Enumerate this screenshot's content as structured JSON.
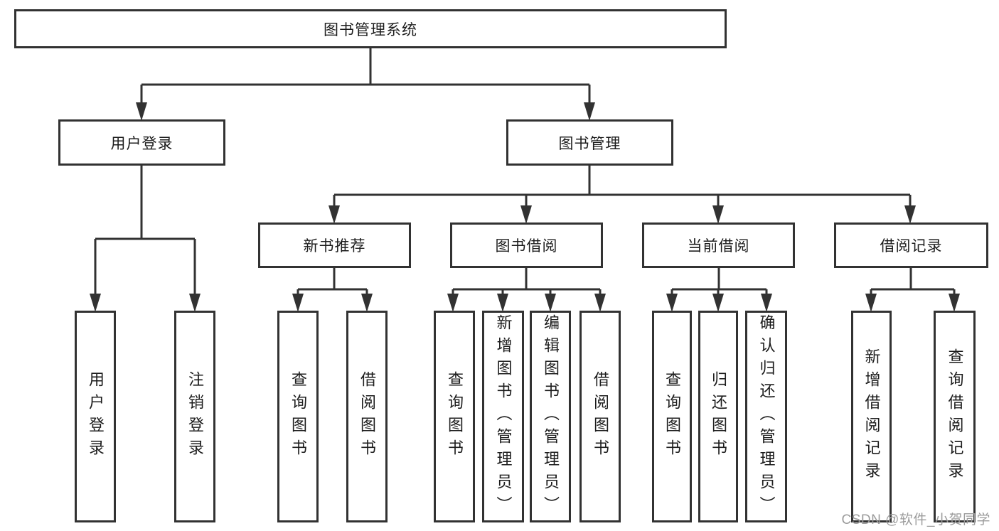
{
  "tree": {
    "root": {
      "label": "图书管理系统"
    },
    "user_login": {
      "label": "用户登录",
      "children": [
        {
          "label": "用户登录"
        },
        {
          "label": "注销登录"
        }
      ]
    },
    "book_mgmt": {
      "label": "图书管理",
      "sections": {
        "new_books": {
          "label": "新书推荐",
          "children": [
            {
              "label": "查询图书"
            },
            {
              "label": "借阅图书"
            }
          ]
        },
        "book_borrow": {
          "label": "图书借阅",
          "children": [
            {
              "label": "查询图书"
            },
            {
              "label": "新增图书（管理员）"
            },
            {
              "label": "编辑图书（管理员）"
            },
            {
              "label": "借阅图书"
            }
          ]
        },
        "current_borrow": {
          "label": "当前借阅",
          "children": [
            {
              "label": "查询图书"
            },
            {
              "label": "归还图书"
            },
            {
              "label": "确认归还（管理员）"
            }
          ]
        },
        "borrow_records": {
          "label": "借阅记录",
          "children": [
            {
              "label": "新增借阅记录"
            },
            {
              "label": "查询借阅记录"
            }
          ]
        }
      }
    }
  },
  "watermark": {
    "text": "CSDN @软件_小贺同学"
  },
  "colors": {
    "line": "#323232",
    "text": "#1c1c1c",
    "background": "#ffffff",
    "watermark": "#9b9b9b"
  }
}
